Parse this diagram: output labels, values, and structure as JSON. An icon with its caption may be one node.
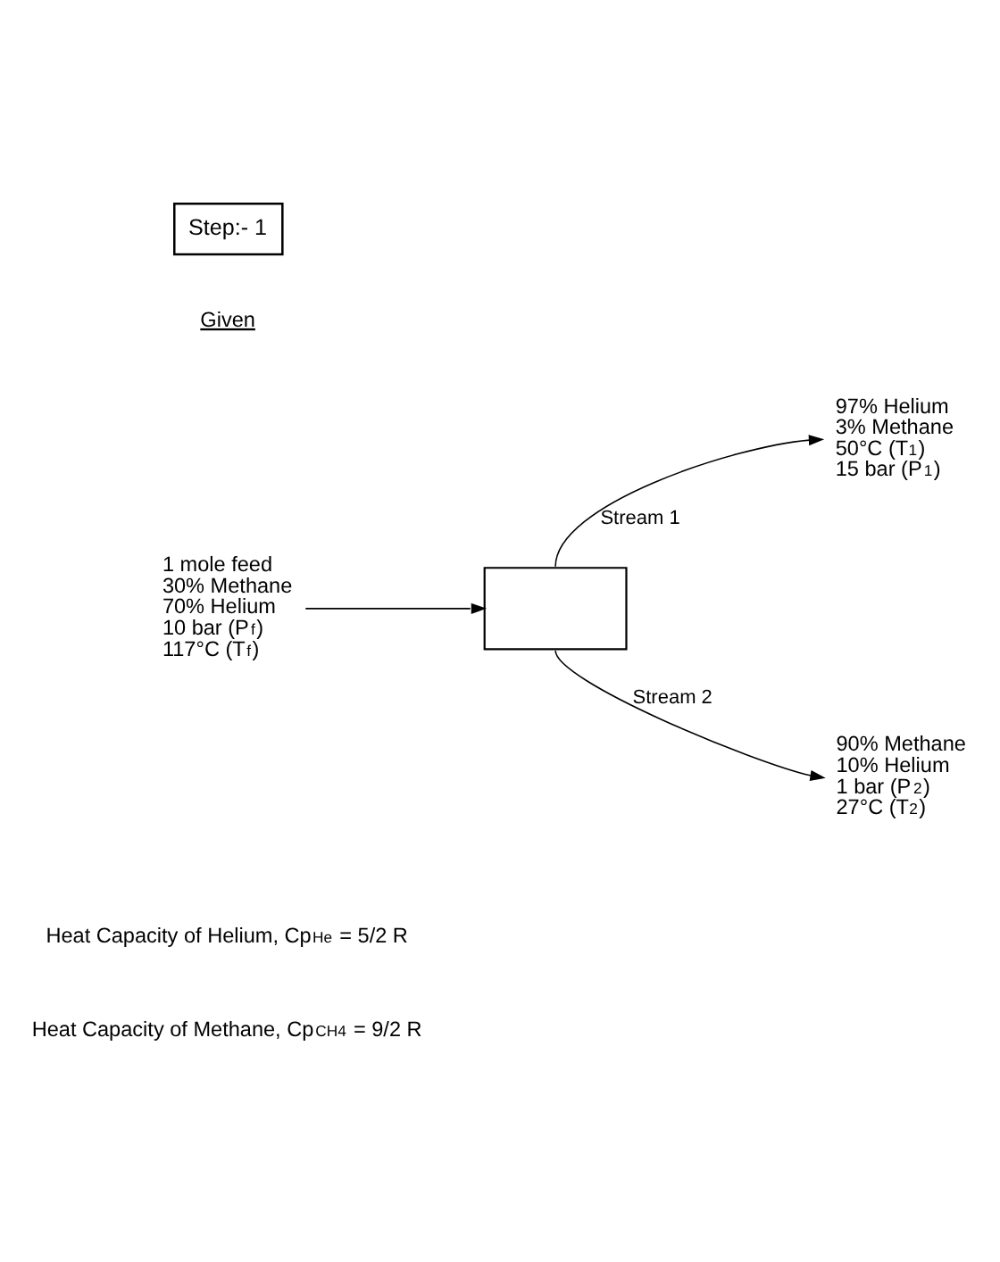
{
  "diagram": {
    "nodes": [
      {
        "text": [
          "Step:- 1"
        ]
      },
      {
        "text": [
          "97% Helium",
          "3% Methane",
          "50°C (T$_{1}$)",
          "15 bar (P$_{1}$)"
        ]
      },
      {
        "text": [
          "1 mole feed",
          "30% Methane",
          "70% Helium",
          "10 bar (P$_{f}$)",
          "117°C (T$_{f}$)"
        ]
      },
      {
        "text": [],
        "shape": "box"
      },
      {
        "text": [
          "90% Methane",
          "10% Helium",
          "1 bar (P$_{2}$)",
          "27°C (T$_{2}$)"
        ]
      }
    ],
    "edges": [
      {
        "from": 2,
        "to": 3,
        "arrow": "to"
      },
      {
        "from": 3,
        "to": 1,
        "arrow": "to",
        "label": "Stream 1"
      },
      {
        "from": 3,
        "to": 4,
        "arrow": "to",
        "label": "Stream 2"
      }
    ],
    "labels": [
      "Given",
      "Heat Capacity of Helium, Cp$_{He}$ = 5/2 R",
      "Heat Capacity of Methane, Cp$_{CH4}$ = 9/2 R"
    ]
  }
}
